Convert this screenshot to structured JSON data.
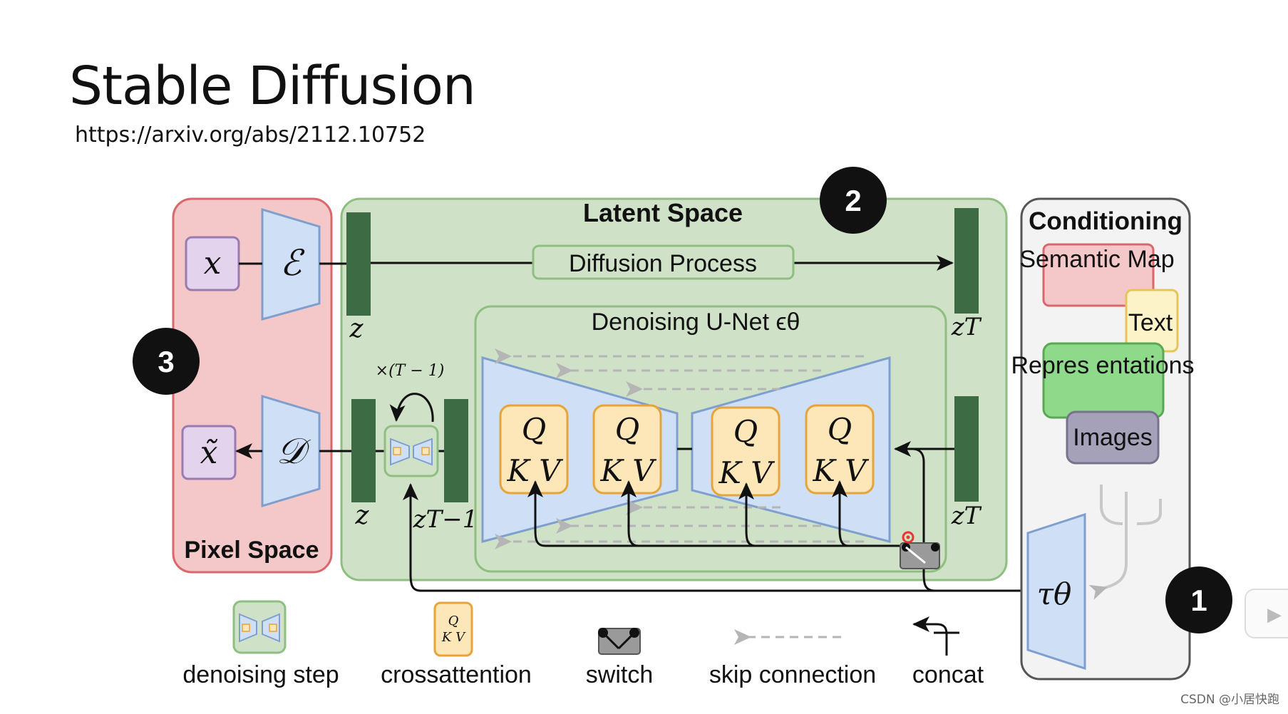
{
  "slide": {
    "title": "Stable Diffusion",
    "url": "https://arxiv.org/abs/2112.10752"
  },
  "regions": {
    "pixel_space": "Pixel Space",
    "latent_space": "Latent Space",
    "conditioning": "Conditioning",
    "unet": "Denoising U-Net ϵθ"
  },
  "nodes": {
    "x": "x",
    "x_tilde": "x̃",
    "encoder": "ℰ",
    "decoder": "𝒟",
    "diffusion_process": "Diffusion Process",
    "z_top": "z",
    "z_bottom": "z",
    "z_T_top": "zT",
    "z_T_bottom": "zT",
    "z_T_minus_1": "zT−1",
    "repeat": "×(T − 1)",
    "tau": "τθ"
  },
  "qkv": {
    "q": "Q",
    "kv": "K V"
  },
  "conditioning_items": {
    "semantic_map": "Semantic Map",
    "text": "Text",
    "representations": "Repres entations",
    "images": "Images"
  },
  "markers": [
    "1",
    "2",
    "3"
  ],
  "legend": {
    "denoising_step": "denoising step",
    "crossattention": "crossattention",
    "switch": "switch",
    "skip_connection": "skip connection",
    "concat": "concat"
  },
  "watermark": "CSDN @小居快跑",
  "colors": {
    "pixel_fill": "#f4c8c8",
    "pixel_stroke": "#d9676b",
    "latent_fill": "#cfe2c7",
    "latent_stroke": "#8fbf80",
    "trapezoid_fill": "#cfdff5",
    "trapezoid_stroke": "#7f9fcf",
    "qkv_fill": "#fde7b9",
    "qkv_stroke": "#e6a43a",
    "bar_fill": "#3d6b44",
    "purple_fill": "#e3d3ec",
    "purple_stroke": "#9a7ab0"
  }
}
